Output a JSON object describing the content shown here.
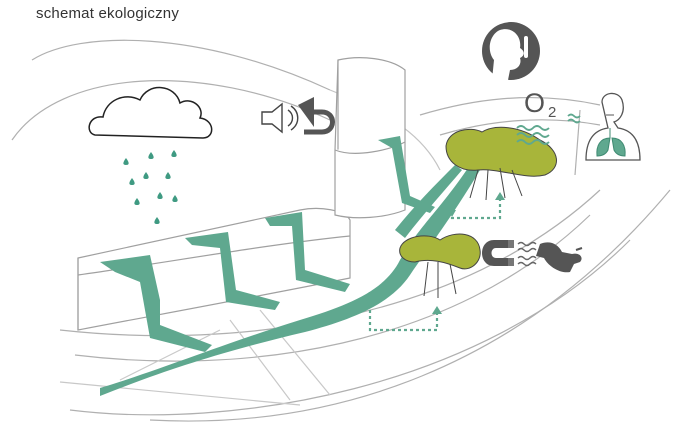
{
  "title": "schemat ekologiczny",
  "o2": {
    "letter": "O",
    "subscript": "2"
  },
  "colors": {
    "flow": "#5fa88f",
    "flow_dark": "#3f8a72",
    "vegetation": "#a8b53a",
    "line": "#aaaaaa",
    "dark_icon": "#555555",
    "rain": "#3f9a82",
    "lungs": "#5fa88f"
  },
  "icons": [
    "cloud-icon",
    "rain-drops-icon",
    "speaker-icon",
    "u-turn-arrow-icon",
    "silence-face-icon",
    "lungs-person-icon",
    "magnet-icon",
    "bird-icon",
    "oxygen-waves-icon"
  ]
}
